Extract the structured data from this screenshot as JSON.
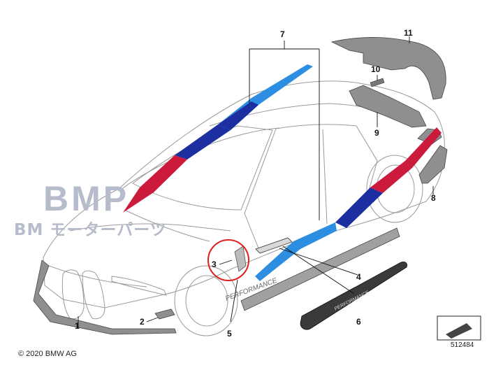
{
  "watermark": {
    "main": "BMP",
    "sub": "BM モーターパーツ"
  },
  "copyright": "© 2020 BMW AG",
  "reference_code": "512484",
  "callouts": {
    "c1": "1",
    "c2": "2",
    "c3": "3",
    "c4": "4",
    "c5": "5",
    "c6": "6",
    "c7": "7",
    "c8": "8",
    "c9": "9",
    "c10": "10",
    "c11": "11"
  },
  "part_text": {
    "performance_side": "PERFORMANCE",
    "performance_sill": "PERFORMANCE"
  },
  "colors": {
    "red": "#cc1a3c",
    "dark_blue": "#1d2fa0",
    "light_blue": "#2d8de0",
    "highlight": "#e02020"
  }
}
